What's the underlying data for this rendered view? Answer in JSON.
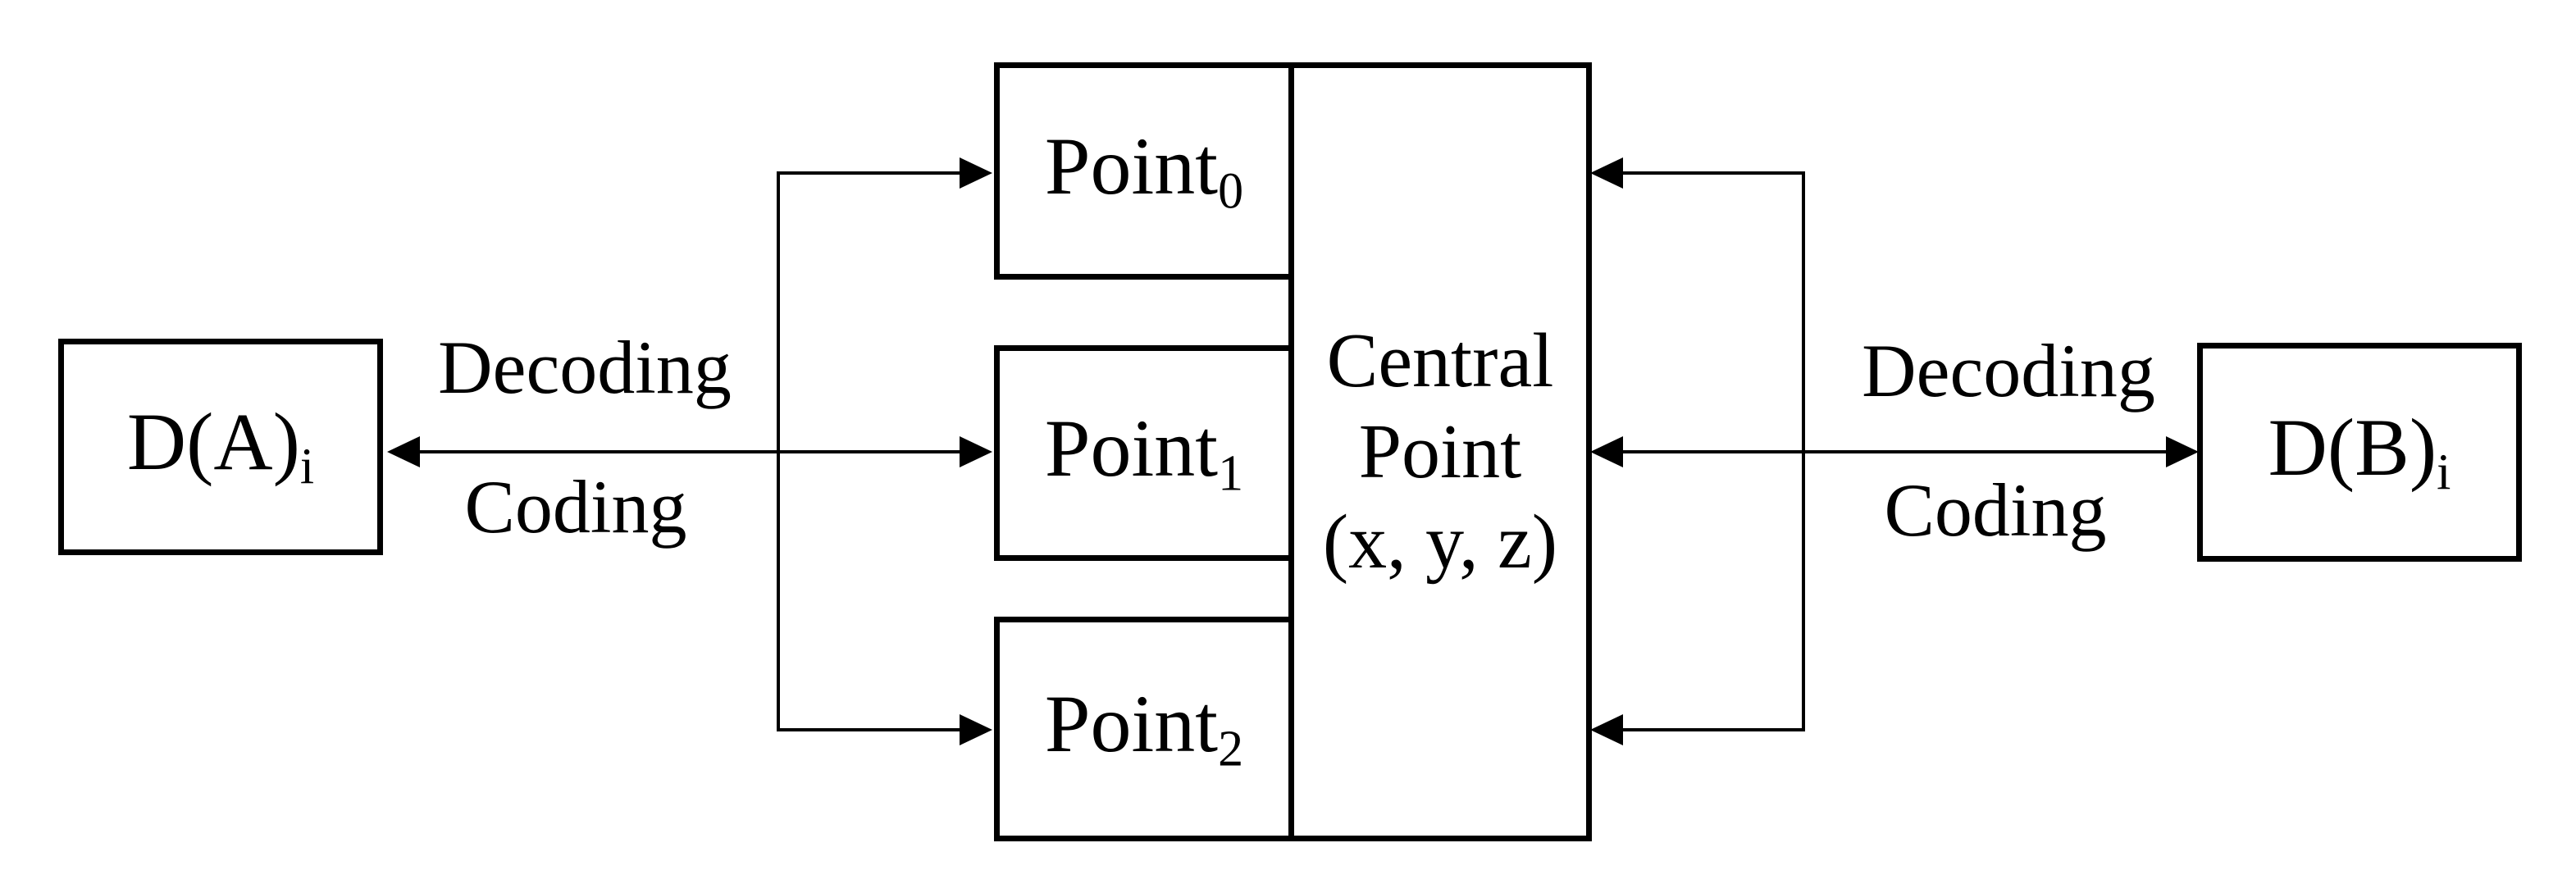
{
  "diagram": {
    "background_color": "#ffffff",
    "ink_color": "#000000"
  },
  "nodes": {
    "da": {
      "base": "D(A)",
      "sub": "i"
    },
    "db": {
      "base": "D(B)",
      "sub": "i"
    },
    "point0": {
      "base": "Point",
      "sub": "0"
    },
    "point1": {
      "base": "Point",
      "sub": "1"
    },
    "point2": {
      "base": "Point",
      "sub": "2"
    },
    "central": {
      "line1": "Central",
      "line2": "Point",
      "line3": "(x, y, z)"
    }
  },
  "edge_labels": {
    "left_decoding": "Decoding",
    "left_coding": "Coding",
    "right_decoding": "Decoding",
    "right_coding": "Coding"
  }
}
